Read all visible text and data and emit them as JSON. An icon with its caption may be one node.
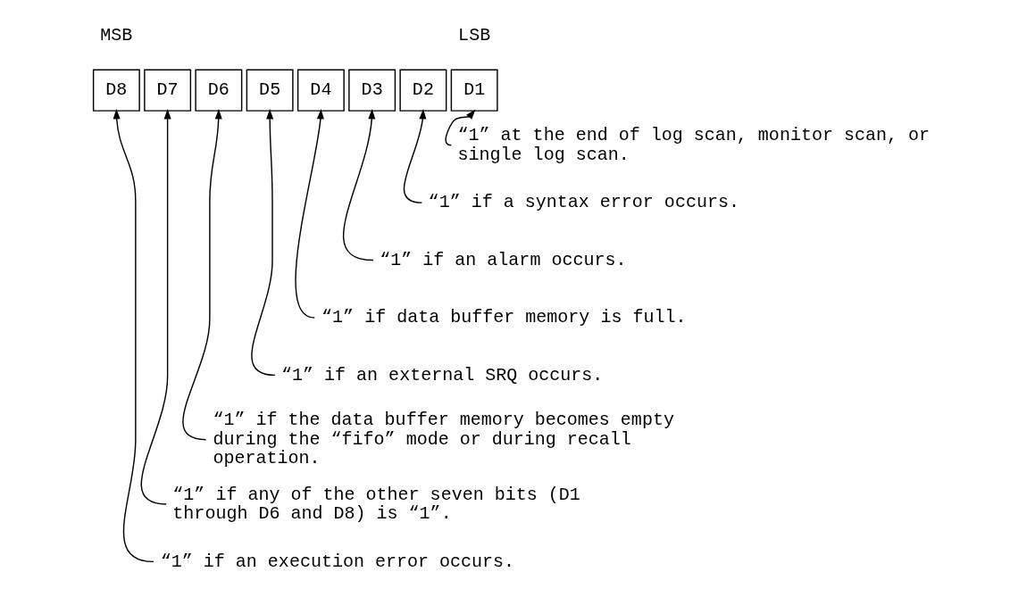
{
  "diagram": {
    "nodes": [
      {
        "text": [
          "D8"
        ]
      },
      {
        "text": [
          "D7"
        ]
      },
      {
        "text": [
          "D6"
        ]
      },
      {
        "text": [
          "D5"
        ]
      },
      {
        "text": [
          "D4"
        ]
      },
      {
        "text": [
          "D3"
        ]
      },
      {
        "text": [
          "D2"
        ]
      },
      {
        "text": [
          "D1"
        ]
      },
      {
        "text": [
          "“1” at the end of log scan, monitor scan, or single log scan."
        ]
      },
      {
        "text": [
          "“1” if a syntax error occurs."
        ]
      },
      {
        "text": [
          "“1” if an alarm occurs."
        ]
      },
      {
        "text": [
          "“1” if data buffer memory is full."
        ]
      },
      {
        "text": [
          "“1” if an external SRQ occurs."
        ]
      },
      {
        "text": [
          "“1” if the data buffer memory becomes empty during the “fifo” mode or during recall operation."
        ]
      },
      {
        "text": [
          "“1” if any of the other seven bits (D1 through D6 and D8) is “1”."
        ]
      },
      {
        "text": [
          "“1” if an execution error occurs."
        ]
      }
    ],
    "edges": [
      {
        "from": 8,
        "to": 7,
        "arrow": "to"
      },
      {
        "from": 9,
        "to": 6,
        "arrow": "to"
      },
      {
        "from": 10,
        "to": 5,
        "arrow": "to"
      },
      {
        "from": 11,
        "to": 4,
        "arrow": "to"
      },
      {
        "from": 12,
        "to": 3,
        "arrow": "to"
      },
      {
        "from": 13,
        "to": 2,
        "arrow": "to"
      },
      {
        "from": 14,
        "to": 1,
        "arrow": "to"
      },
      {
        "from": 15,
        "to": 0,
        "arrow": "to"
      }
    ],
    "labels": [
      "MSB",
      "LSB"
    ]
  }
}
